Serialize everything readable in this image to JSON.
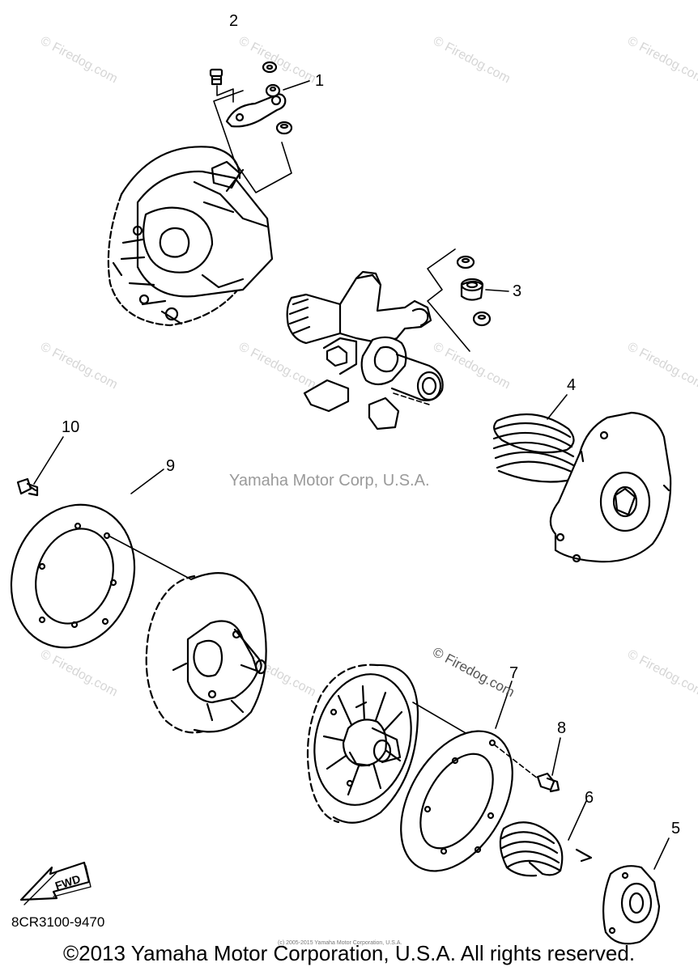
{
  "callouts": {
    "c1": "1",
    "c2": "2",
    "c3": "3",
    "c4": "4",
    "c5": "5",
    "c6": "6",
    "c7": "7",
    "c8": "8",
    "c9": "9",
    "c10": "10"
  },
  "watermarks": {
    "center": "Yamaha Motor Corp, U.S.A.",
    "firedog": "© Firedog.com",
    "firedog_tile": "© Firedog.com"
  },
  "fwd_label": "FWD",
  "part_code": "8CR3100-9470",
  "tiny_copyright": "(c) 2005-2015 Yamaha Motor Corporation, U.S.A.",
  "copyright": "©2013 Yamaha Motor Corporation, U.S.A. All rights reserved."
}
